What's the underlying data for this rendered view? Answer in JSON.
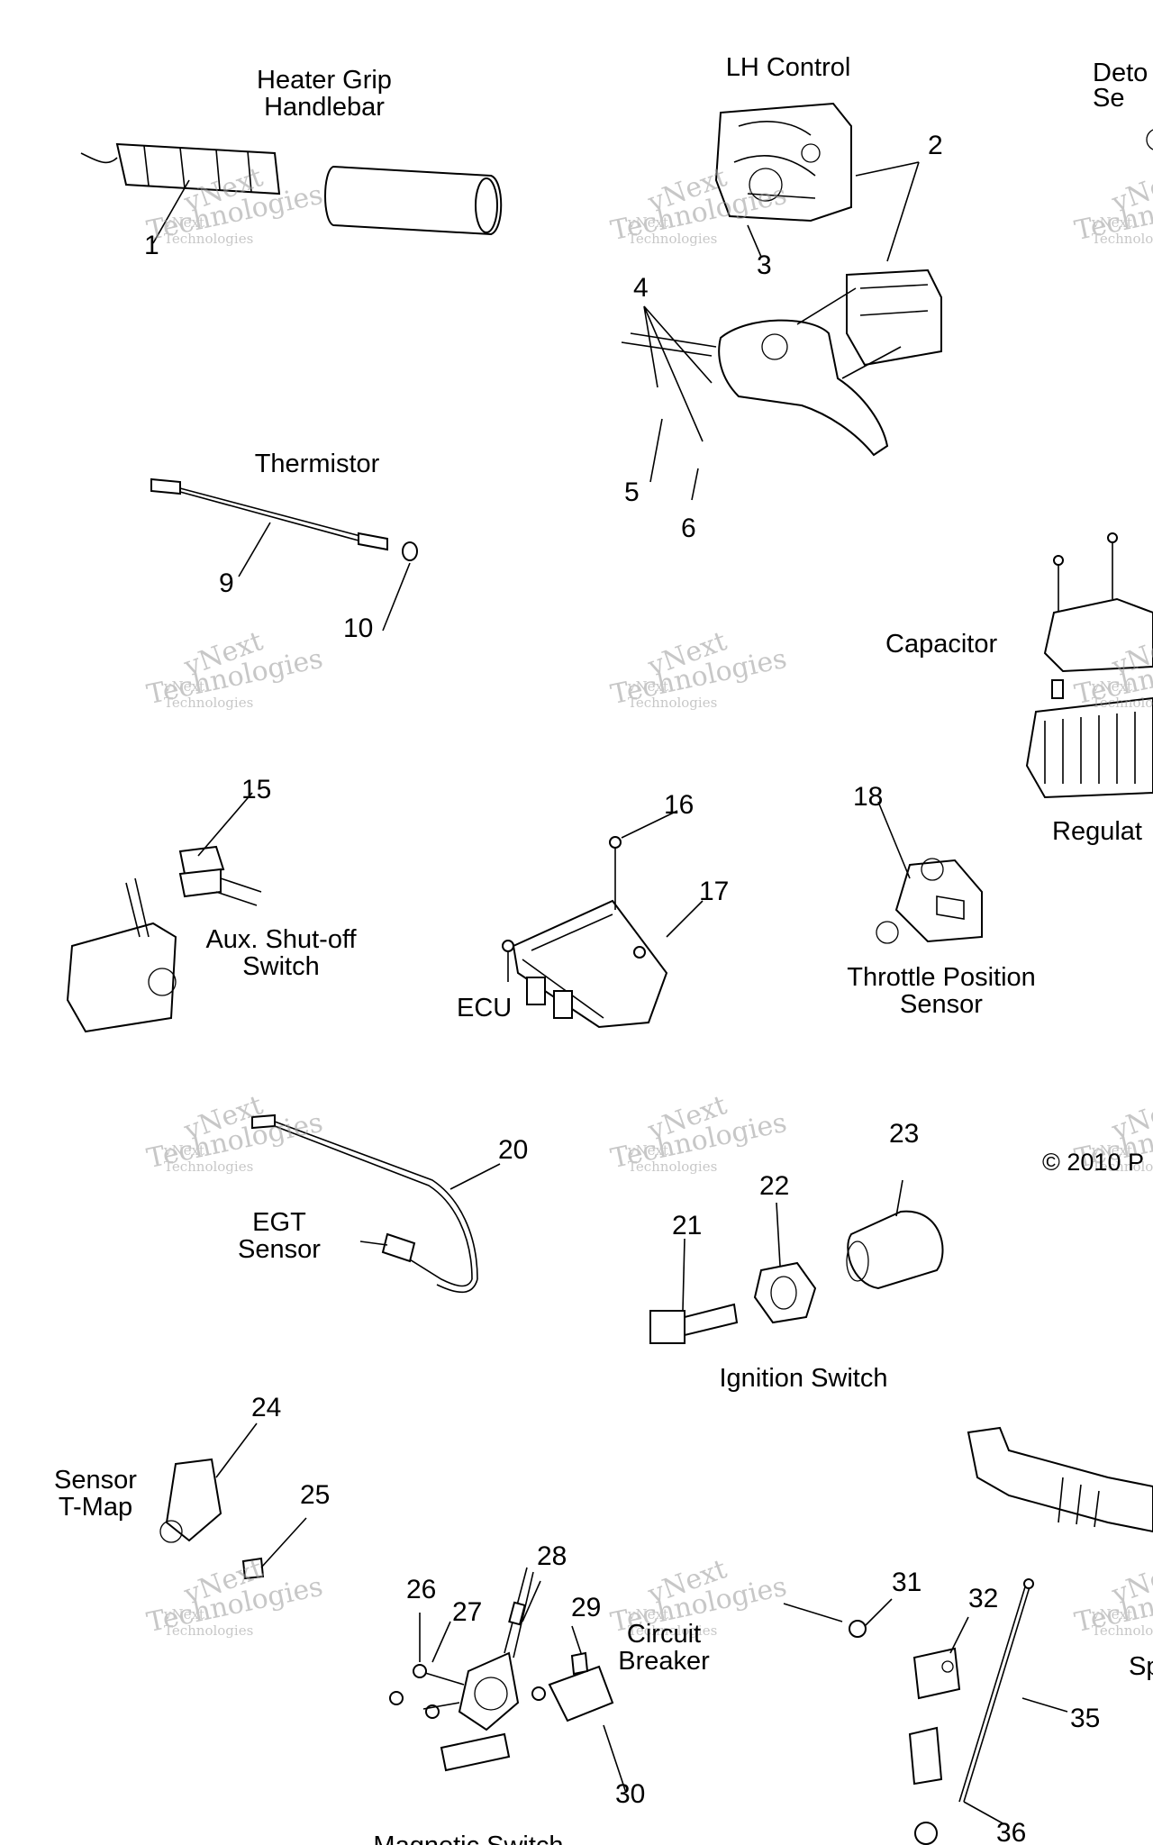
{
  "labels": {
    "heater_grip": "Heater Grip\nHandlebar",
    "lh_control": "LH Control",
    "detonation": "Deto\nSe",
    "thermistor": "Thermistor",
    "capacitor": "Capacitor",
    "regulator": "Regulat",
    "aux_switch": "Aux. Shut-off\nSwitch",
    "ecu": "ECU",
    "throttle_sensor": "Throttle Position\nSensor",
    "copyright": "© 2010 P",
    "egt_sensor": "EGT\nSensor",
    "ignition_switch": "Ignition Switch",
    "sensor_tmap": "Sensor\nT-Map",
    "circuit_breaker": "Circuit\nBreaker",
    "sp": "Sp",
    "magnetic_switch": "Magnetic Switch"
  },
  "callouts": [
    "1",
    "2",
    "3",
    "4",
    "5",
    "6",
    "9",
    "10",
    "15",
    "16",
    "17",
    "18",
    "20",
    "21",
    "22",
    "23",
    "24",
    "25",
    "26",
    "27",
    "28",
    "29",
    "30",
    "31",
    "32",
    "35",
    "36"
  ],
  "watermark": {
    "line1": "vNext",
    "line2": "vNext Technologies",
    "line3": "Technologies"
  }
}
